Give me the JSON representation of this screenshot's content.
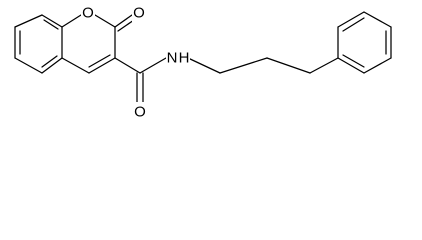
{
  "molecule": {
    "atom_labels": {
      "ring_oxygen": "O",
      "carbonyl_oxygen": "O",
      "amide_nitrogen": "N",
      "amide_hydrogen": "H",
      "amide_oxygen": "O"
    }
  },
  "colors": {
    "bond": "#000000",
    "background": "#ffffff"
  }
}
